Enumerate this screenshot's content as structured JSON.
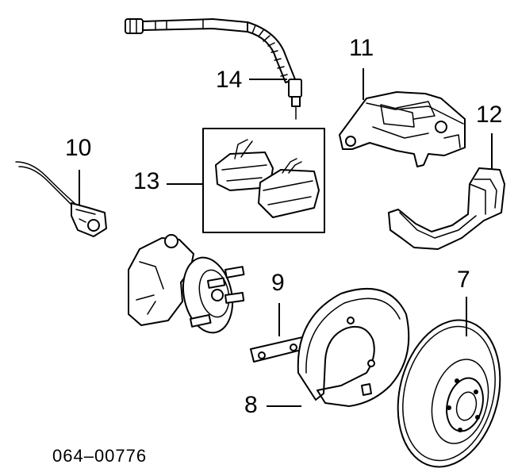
{
  "diagram": {
    "callouts": {
      "c7": "7",
      "c8": "8",
      "c9": "9",
      "c10": "10",
      "c11": "11",
      "c12": "12",
      "c13": "13",
      "c14": "14"
    },
    "part_number": "064–00776"
  }
}
